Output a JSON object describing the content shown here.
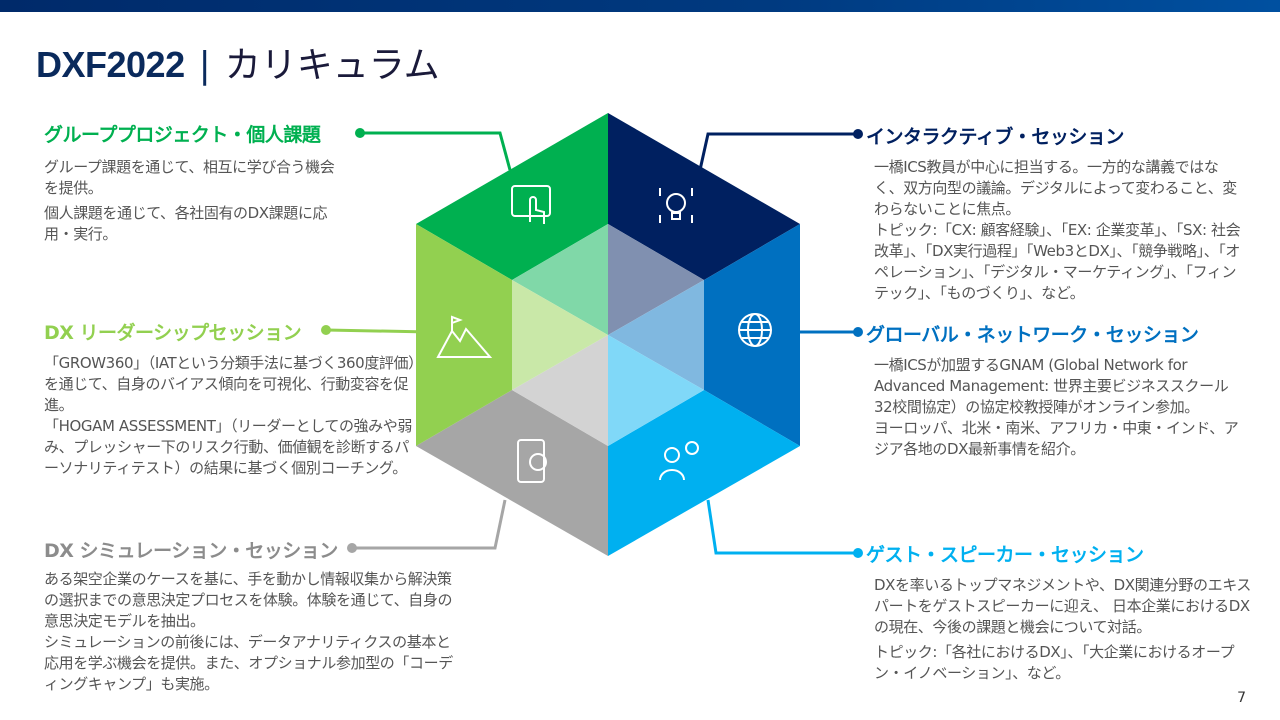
{
  "header": {
    "title_main": "DXF2022",
    "separator": "|",
    "title_sub": "カリキュラム"
  },
  "colors": {
    "navy": "#002060",
    "blue": "#0070c0",
    "cyan": "#00b0f0",
    "green": "#00b050",
    "lightgreen": "#92d050",
    "gray": "#a6a6a6"
  },
  "sections": {
    "group": {
      "title": "グループプロジェクト・個人課題",
      "paras": [
        "グループ課題を通じて、相互に学び合う機会を提供。",
        "個人課題を通じて、各社固有のDX課題に応用・実行。"
      ]
    },
    "leader": {
      "title": "DX リーダーシップセッション",
      "paras": [
        "「GROW360」（IATという分類手法に基づく360度評価）を通じて、自身のバイアス傾向を可視化、行動変容を促進。",
        "「HOGAM ASSESSMENT」（リーダーとしての強みや弱み、プレッシャー下のリスク行動、価値観を診断するパーソナリティテスト）の結果に基づく個別コーチング。"
      ]
    },
    "sim": {
      "title": "DX シミュレーション・セッション",
      "paras": [
        "ある架空企業のケースを基に、手を動かし情報収集から解決策の選択までの意思決定プロセスを体験。体験を通じて、自身の意思決定モデルを抽出。",
        "シミュレーションの前後には、データアナリティクスの基本と応用を学ぶ機会を提供。また、オプショナル参加型の「コーディングキャンプ」も実施。"
      ]
    },
    "interactive": {
      "title": "インタラクティブ・セッション",
      "paras": [
        "一橋ICS教員が中心に担当する。一方的な講義ではなく、双方向型の議論。デジタルによって変わること、変わらないことに焦点。",
        "トピック:「CX: 顧客経験」、「EX: 企業変革」、「SX: 社会改革」、「DX実行過程」「Web3とDX」、「競争戦略」、「オペレーション」、「デジタル・マーケティング」、「フィンテック」、「ものづくり」、など。"
      ]
    },
    "global": {
      "title": "グローバル・ネットワーク・セッション",
      "paras": [
        "一橋ICSが加盟するGNAM (Global Network for Advanced Management: 世界主要ビジネススクール32校間協定）の協定校教授陣がオンライン参加。",
        "ヨーロッパ、北米・南米、アフリカ・中東・インド、アジア各地のDX最新事情を紹介。"
      ]
    },
    "guest": {
      "title": "ゲスト・スピーカー・セッション",
      "paras": [
        "DXを率いるトップマネジメントや、DX関連分野のエキスパートをゲストスピーカーに迎え、 日本企業におけるDXの現在、今後の課題と機会について対話。",
        "トピック:「各社におけるDX」、「大企業におけるオープン・イノベーション」、など。"
      ]
    }
  },
  "page_number": "7"
}
